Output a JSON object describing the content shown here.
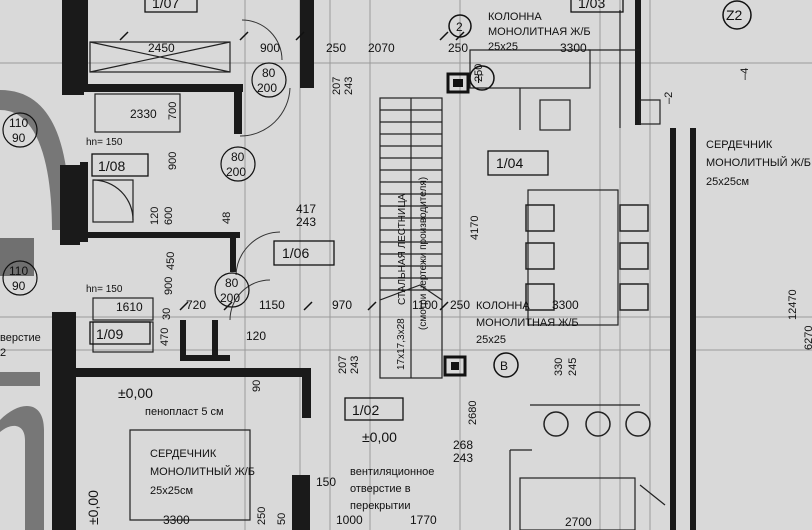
{
  "rooms": [
    {
      "id": "1/07",
      "label": "1/07"
    },
    {
      "id": "1/03",
      "label": "1/03"
    },
    {
      "id": "1/08",
      "label": "1/08"
    },
    {
      "id": "1/04",
      "label": "1/04"
    },
    {
      "id": "1/06",
      "label": "1/06"
    },
    {
      "id": "1/09",
      "label": "1/09"
    },
    {
      "id": "1/02",
      "label": "1/02"
    }
  ],
  "axes": {
    "z2": "Z2",
    "two": "2",
    "g": "Г",
    "v": "В",
    "minus4": "–4",
    "minus2": "–2"
  },
  "door_tags": [
    {
      "top": "80",
      "bottom": "200"
    },
    {
      "top": "80",
      "bottom": "200"
    },
    {
      "top": "80",
      "bottom": "200"
    }
  ],
  "window_tags": [
    {
      "top": "110",
      "bottom": "90"
    },
    {
      "top": "110",
      "bottom": "90"
    }
  ],
  "notes": {
    "column_top_1": "КОЛОННА",
    "column_top_2": "МОНОЛИТНАЯ Ж/Б",
    "column_top_3": "25х25",
    "column_mid_1": "КОЛОННА",
    "column_mid_2": "МОНОЛИТНАЯ Ж/Б",
    "column_mid_3": "25х25",
    "core_right_1": "СЕРДЕЧНИК",
    "core_right_2": "МОНОЛИТНЫЙ Ж/Б",
    "core_right_3": "25х25см",
    "core_left_1": "СЕРДЕЧНИК",
    "core_left_2": "МОНОЛИТНЫЙ Ж/Б",
    "core_left_3": "25х25см",
    "vent_1": "вентиляционное",
    "vent_2": "отверстие в",
    "vent_3": "перекрытии",
    "left_edge_1": "верстие",
    "left_edge_2": "2",
    "foam": "пенопласт  5 см",
    "stair_1": "СТАЛЬНАЯ ЛЕСТНИЦА",
    "stair_2": "(смотри чертежи производителя)",
    "stair_dims": "17х17,3х28",
    "hn1": "hn= 150",
    "hn2": "hn= 150"
  },
  "levels": {
    "l1": "±0,00",
    "l2": "±0,00",
    "l3": "±0,00"
  },
  "dims": {
    "d2450": "2450",
    "d900a": "900",
    "d250a": "250",
    "d2070": "2070",
    "d250b": "250",
    "d3300a": "3300",
    "d2330": "2330",
    "d700": "700",
    "d900b": "900",
    "d207a": "207",
    "d243a": "243",
    "d250c": "250",
    "d417": "417",
    "d243b": "243",
    "d120a": "120",
    "d600": "600",
    "d48": "48",
    "d4170": "4170",
    "d1610": "1610",
    "d720": "720",
    "d1150": "1150",
    "d970": "970",
    "d1100": "1100",
    "d250d": "250",
    "d3300b": "3300",
    "d450": "450",
    "d900c": "900",
    "d30": "30",
    "d470": "470",
    "d120b": "120",
    "d207b": "207",
    "d243c": "243",
    "d330": "330",
    "d245": "245",
    "d2680": "2680",
    "d268": "268",
    "d243d": "243",
    "d150": "150",
    "d1000": "1000",
    "d1770": "1770",
    "d2700": "2700",
    "d3300c": "3300",
    "d12470": "12470",
    "d6270": "6270",
    "d50": "50",
    "d250e": "250",
    "d90": "90"
  }
}
